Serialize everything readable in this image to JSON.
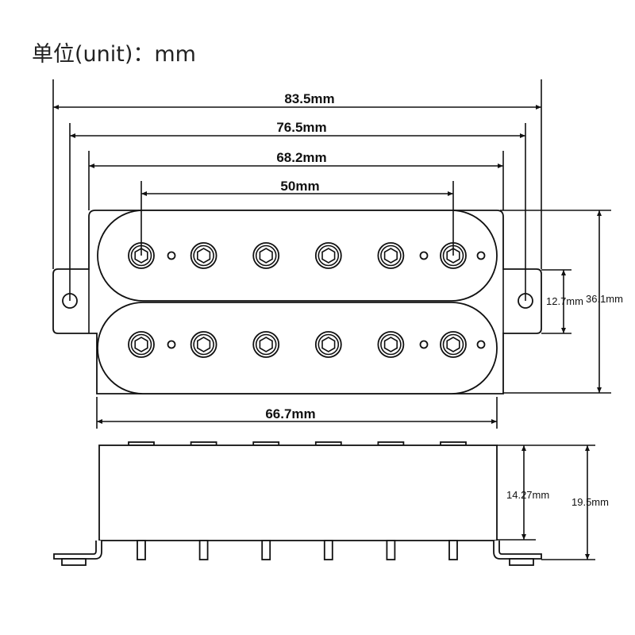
{
  "title": "单位(unit)：mm",
  "dimensions": {
    "overall_width": "83.5mm",
    "mount_hole_spacing": "76.5mm",
    "base_width": "68.2mm",
    "pole_spacing": "50mm",
    "cover_width": "66.7mm",
    "overall_length": "36.1mm",
    "tab_width": "12.7mm",
    "cover_height": "14.27mm",
    "total_height": "19.5mm"
  },
  "pole_count": 6
}
